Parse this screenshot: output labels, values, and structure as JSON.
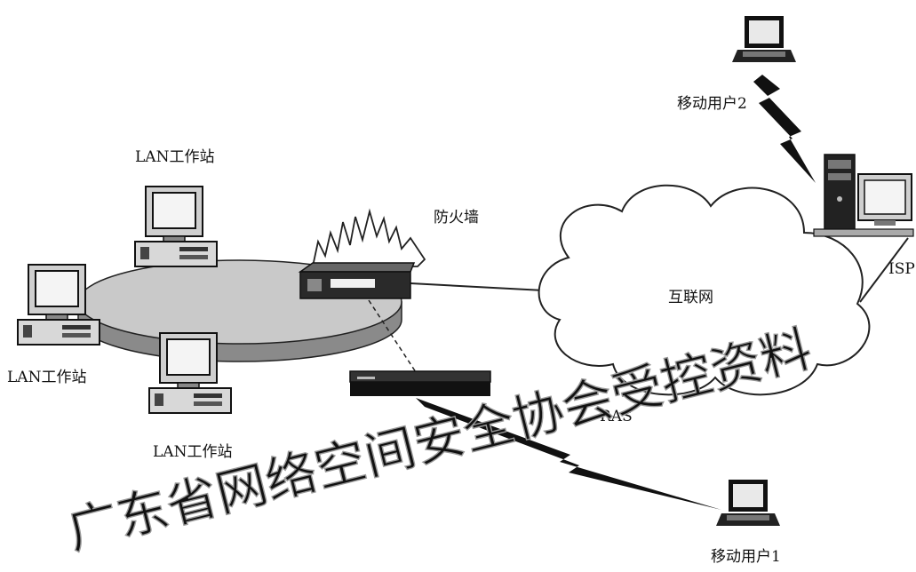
{
  "diagram": {
    "labels": {
      "lan_top": "LAN工作站",
      "lan_left": "LAN工作站",
      "lan_bottom": "LAN工作站",
      "firewall": "防火墙",
      "internet": "互联网",
      "ras": "RAS",
      "isp": "ISP",
      "mobile_user_1": "移动用户1",
      "mobile_user_2": "移动用户2"
    },
    "watermark": "广东省网络空间安全协会受控资料"
  }
}
